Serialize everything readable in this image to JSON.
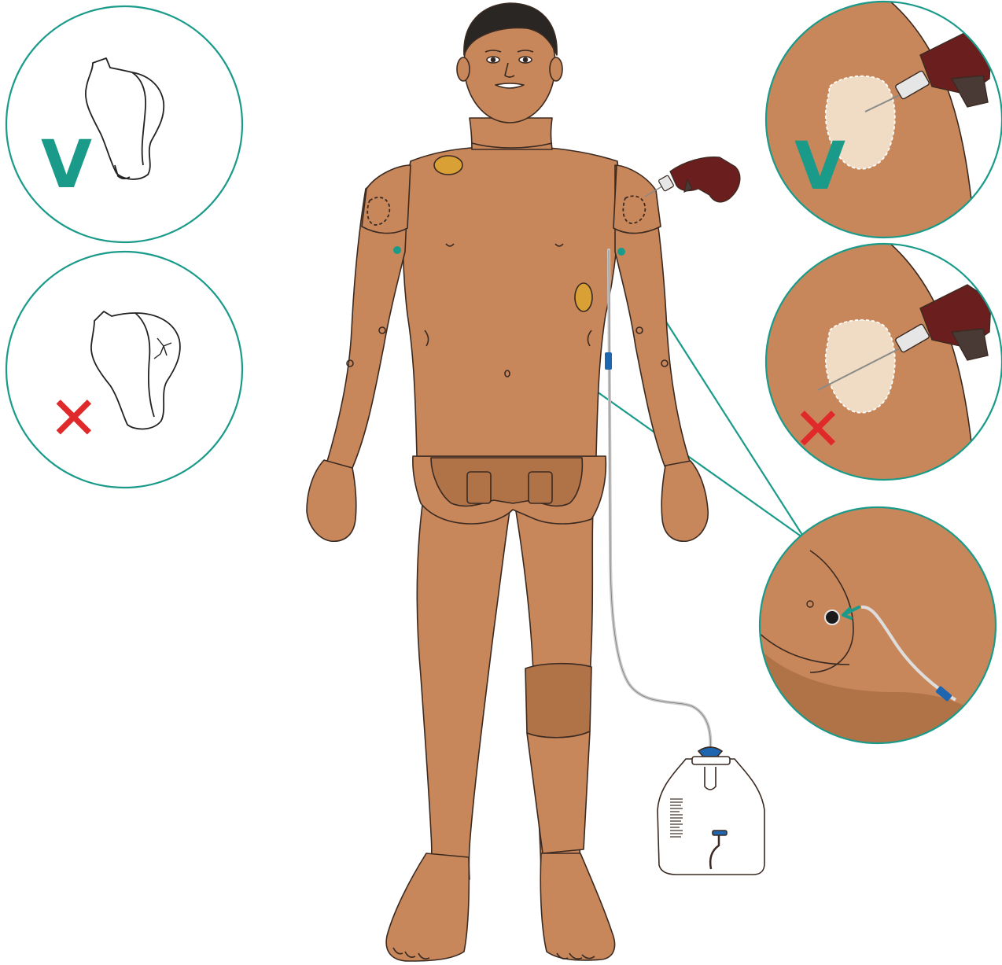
{
  "colors": {
    "background": "#ffffff",
    "circle_border": "#1a9b8a",
    "leader_line": "#1a9b8a",
    "skin": "#c8875a",
    "skin_dark": "#b07348",
    "skin_light": "#d99a6b",
    "outline": "#3a2a22",
    "hair": "#2a2624",
    "pad_yellow": "#d8a035",
    "pad_yellow_light": "#efc56a",
    "gun_body": "#6b1e1e",
    "gun_dark": "#4a3a36",
    "correct_mark": "#1a9b8a",
    "wrong_mark": "#e0292b",
    "tube_connector": "#1f66b0",
    "injection_patch": "#f0dcc4",
    "dashed_outline": "#ffffff",
    "bag_fill": "#ffffff"
  },
  "icons": {
    "correct": "checkmark-v-icon",
    "wrong": "x-mark-icon"
  },
  "callouts": {
    "top_left": {
      "status": "correct",
      "mark": "correct-mark",
      "content": "intact-bladder-piece"
    },
    "mid_left": {
      "status": "wrong",
      "mark": "wrong-mark",
      "content": "cracked-bladder-piece"
    },
    "top_right": {
      "status": "correct",
      "mark": "correct-mark",
      "content": "needle-shallow-in-pad"
    },
    "mid_right": {
      "status": "wrong",
      "mark": "wrong-mark",
      "content": "needle-too-deep-through-pad"
    },
    "bottom_right": {
      "status": "detail",
      "content": "shoulder-port-tube-connection"
    }
  },
  "figure": {
    "subject": "full-body-patient-simulator-manikin",
    "accessories": [
      "injection-gun",
      "iv-tube",
      "drainage-bag"
    ]
  }
}
